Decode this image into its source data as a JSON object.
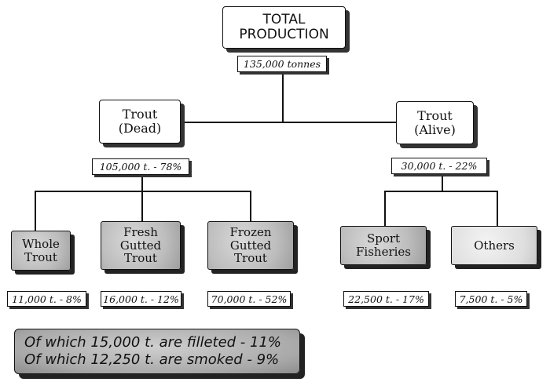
{
  "root": {
    "title_line1": "TOTAL",
    "title_line2": "PRODUCTION",
    "value": "135,000 tonnes"
  },
  "dead": {
    "line1": "Trout",
    "line2": "(Dead)",
    "value": "105,000 t. - 78%",
    "children": [
      {
        "lines": [
          "Whole",
          "Trout"
        ],
        "value": "11,000 t. - 8%"
      },
      {
        "lines": [
          "Fresh",
          "Gutted",
          "Trout"
        ],
        "value": "16,000 t. - 12%"
      },
      {
        "lines": [
          "Frozen",
          "Gutted",
          "Trout"
        ],
        "value": "70,000 t. - 52%"
      }
    ]
  },
  "alive": {
    "line1": "Trout",
    "line2": "(Alive)",
    "value": "30,000 t. - 22%",
    "children": [
      {
        "lines": [
          "Sport",
          "Fisheries"
        ],
        "value": "22,500 t. - 17%"
      },
      {
        "lines": [
          "Others"
        ],
        "value": "7,500 t. - 5%"
      }
    ]
  },
  "note": {
    "line1": "Of which 15,000 t. are filleted - 11%",
    "line2": "Of which 12,250 t. are smoked - 9%"
  }
}
